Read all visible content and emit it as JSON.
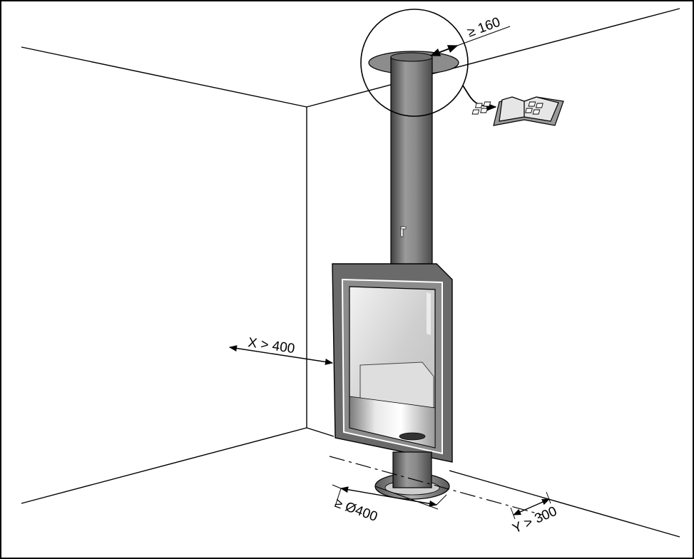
{
  "dimensions": {
    "ceiling_clearance": "≥ 160",
    "side_wall_distance": "X > 400",
    "base_diameter": "≥ Ø400",
    "back_wall_distance": "Y > 300"
  },
  "icons": {
    "manual": "open-book-icon",
    "detail_callout": "magnifier-circle-icon",
    "pipe_handle": "damper-handle-icon"
  },
  "colors": {
    "line": "#000000",
    "metal_dark": "#5a5a5a",
    "metal_mid": "#8c8c8c",
    "metal_light": "#d8d8d8",
    "background": "#ffffff"
  }
}
